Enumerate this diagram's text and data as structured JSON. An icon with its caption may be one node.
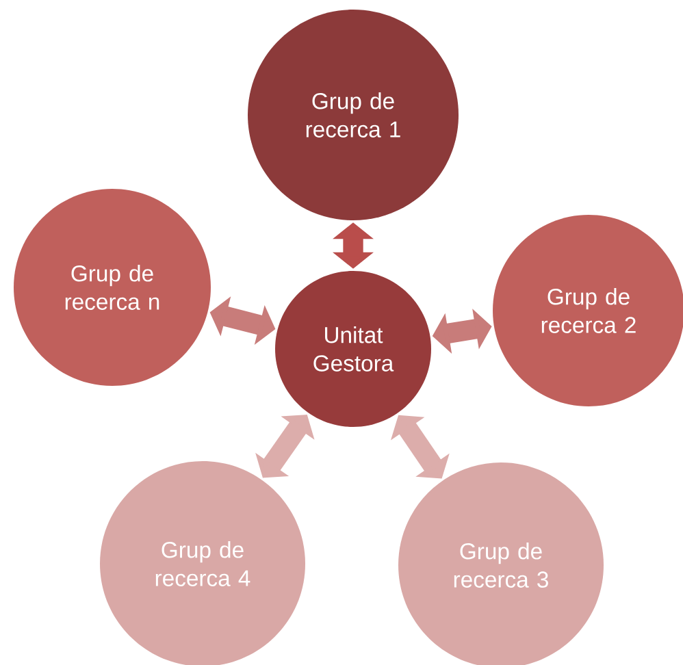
{
  "diagram": {
    "nodes": [
      {
        "text": [
          "Grup de recerca 1"
        ]
      },
      {
        "text": [
          "Grup de recerca n"
        ]
      },
      {
        "text": [
          "Grup de recerca 2"
        ]
      },
      {
        "text": [
          "Unitat Gestora"
        ]
      },
      {
        "text": [
          "Grup de recerca 4"
        ]
      },
      {
        "text": [
          "Grup de recerca 3"
        ]
      }
    ],
    "edges": [
      {
        "from": 3,
        "to": 0,
        "arrow": "both",
        "color": "#b94d4b"
      },
      {
        "from": 3,
        "to": 1,
        "arrow": "both",
        "color": "#c87c7a"
      },
      {
        "from": 3,
        "to": 2,
        "arrow": "both",
        "color": "#c87c7a"
      },
      {
        "from": 3,
        "to": 4,
        "arrow": "both",
        "color": "#dcadab"
      },
      {
        "from": 3,
        "to": 5,
        "arrow": "both",
        "color": "#dcadab"
      }
    ]
  }
}
